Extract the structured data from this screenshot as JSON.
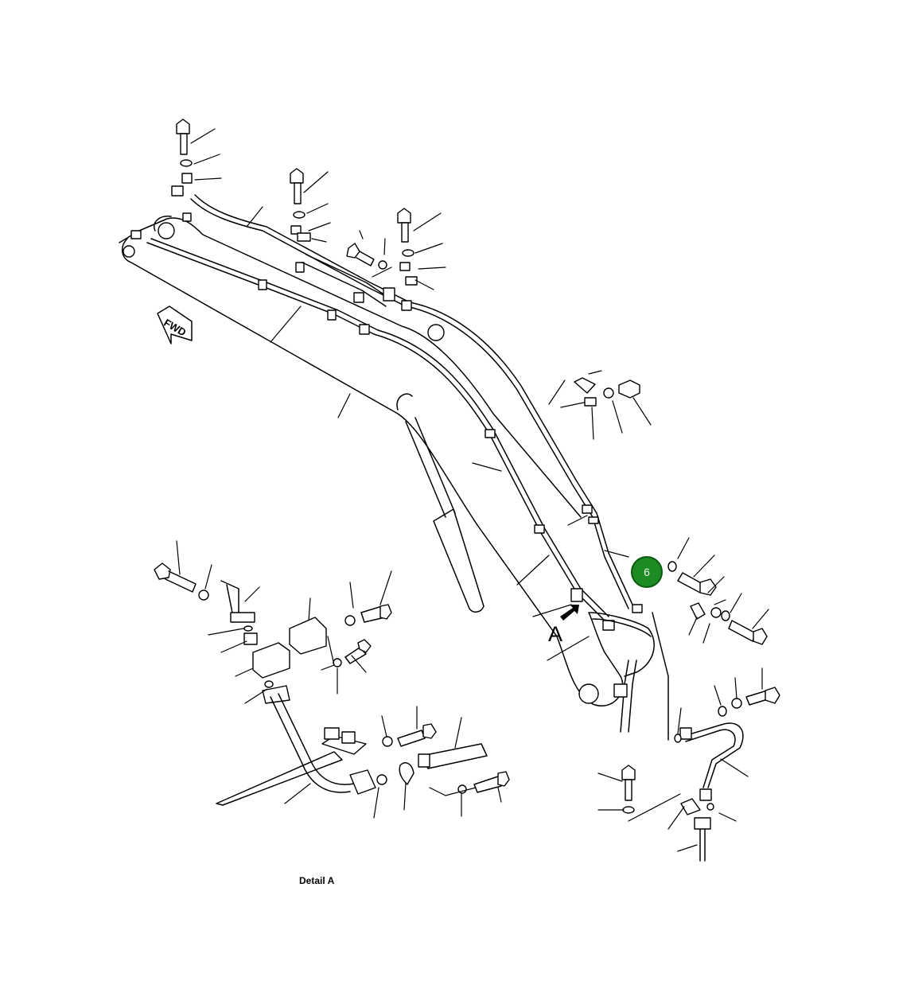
{
  "diagram": {
    "fwd_label": "FWD",
    "view_marker": "A",
    "detail_caption": "Detail A",
    "callouts": [
      {
        "number": "6",
        "color": "#1e8a23"
      }
    ]
  }
}
